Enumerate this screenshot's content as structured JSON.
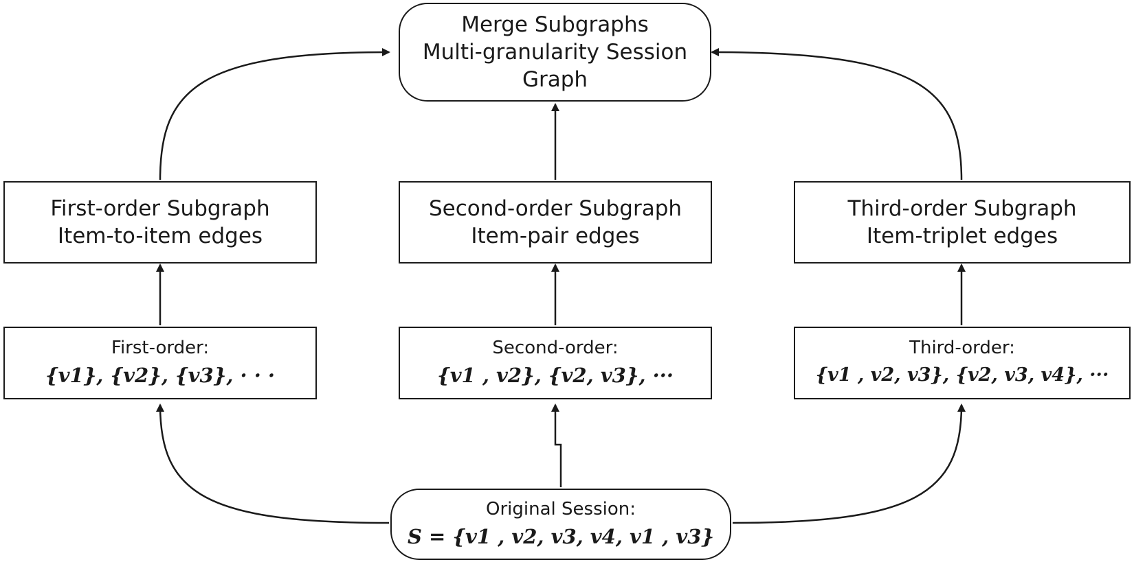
{
  "nodes": {
    "merge": {
      "line1": "Merge Subgraphs",
      "line2": "Multi-granularity Session",
      "line3": "Graph"
    },
    "first_subgraph": {
      "line1": "First-order Subgraph",
      "line2": "Item-to-item edges"
    },
    "second_subgraph": {
      "line1": "Second-order Subgraph",
      "line2": "Item-pair edges"
    },
    "third_subgraph": {
      "line1": "Third-order Subgraph",
      "line2": "Item-triplet edges"
    },
    "first_order": {
      "label": "First-order:",
      "set": "{v1}, {v2}, {v3}, · · ·"
    },
    "second_order": {
      "label": "Second-order:",
      "set": "{v1 , v2}, {v2, v3}, ···"
    },
    "third_order": {
      "label": "Third-order:",
      "set": "{v1 , v2, v3}, {v2, v3, v4}, ···"
    },
    "session": {
      "label": "Original Session:",
      "set": "S = {v1 , v2, v3, v4, v1 , v3}"
    }
  }
}
